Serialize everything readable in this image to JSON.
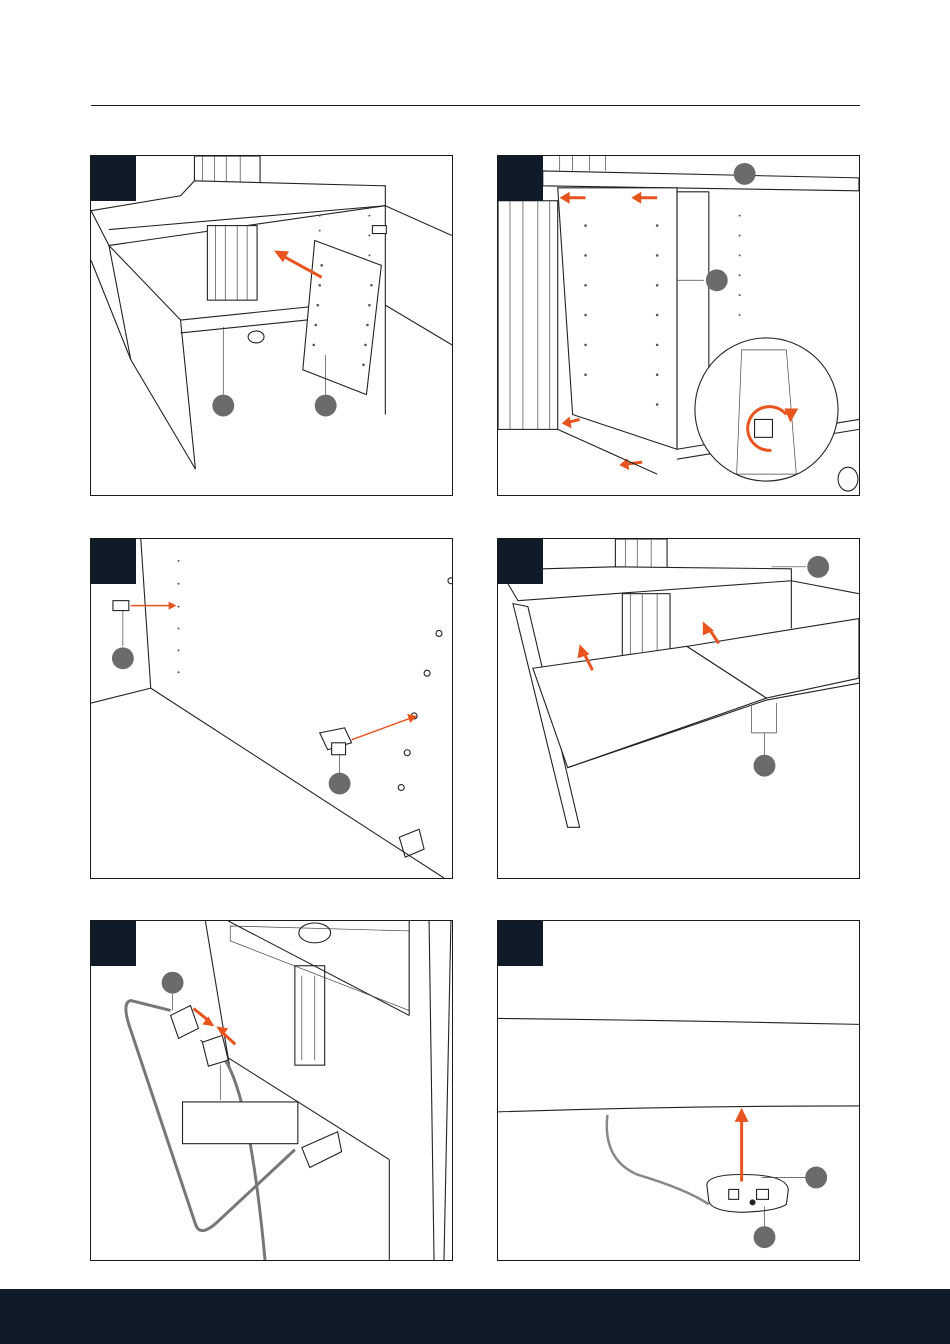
{
  "document": {
    "page_rule": "header-divider",
    "steps": [
      {
        "id": "step-1",
        "icons": [
          "cabinet-side-panel",
          "arrow-insert"
        ]
      },
      {
        "id": "step-2",
        "icons": [
          "panel-mount",
          "rotate-lock-detail"
        ]
      },
      {
        "id": "step-3",
        "icons": [
          "shelf-pin",
          "cam-lock"
        ]
      },
      {
        "id": "step-4",
        "icons": [
          "shelf-boards",
          "arrow-insert"
        ]
      },
      {
        "id": "step-5",
        "icons": [
          "power-plug-connection",
          "arrow-connect"
        ]
      },
      {
        "id": "step-6",
        "icons": [
          "control-unit",
          "arrow-up-mount"
        ]
      }
    ]
  },
  "colors": {
    "accent": "#e8541e",
    "dark": "#0f1b28",
    "callout": "#6b6b6b"
  }
}
